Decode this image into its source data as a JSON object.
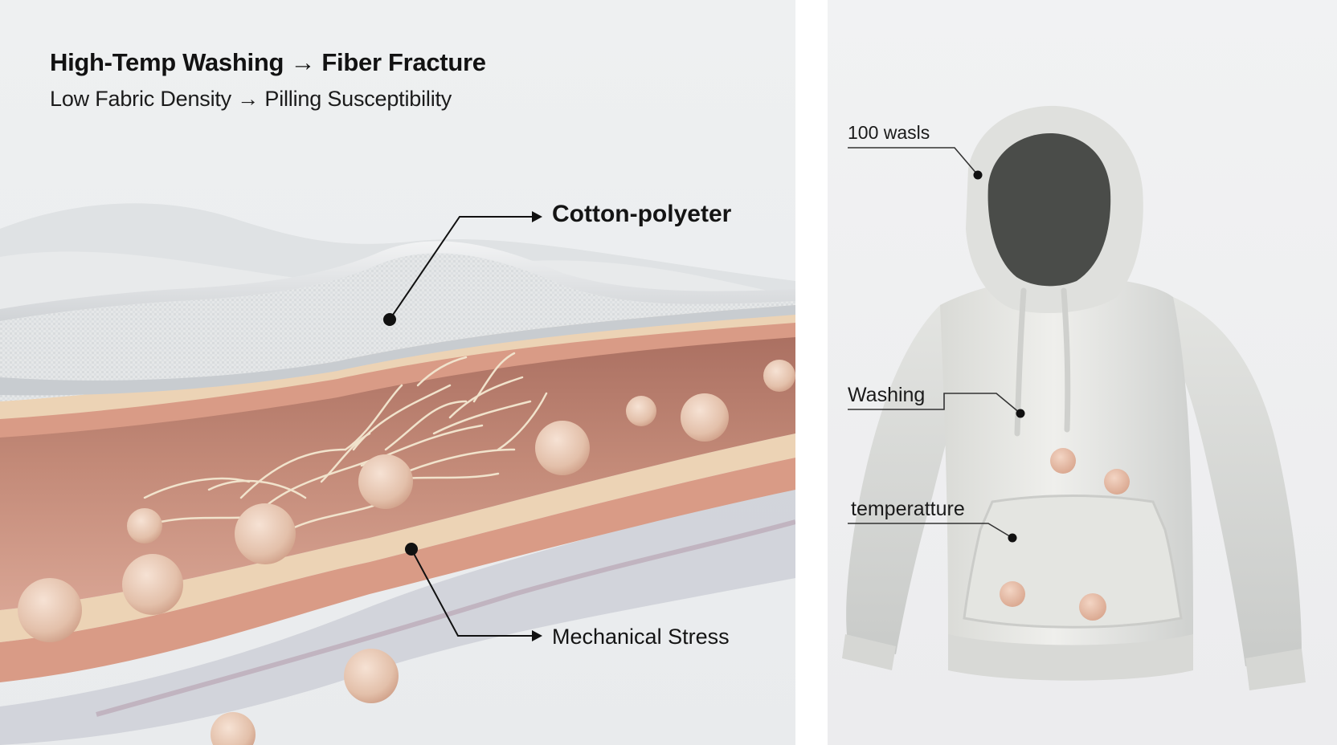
{
  "left": {
    "title": "High-Temp Washing → Fiber Fracture",
    "subtitle": "Low Fabric Density → Pilling Susceptibility",
    "callouts": {
      "cotton": "Cotton-polyeter",
      "stress": "Mechanical Stress"
    }
  },
  "right": {
    "labels": {
      "washes": "100 wasls",
      "washing": "Washing",
      "temperature": "temperatture"
    }
  },
  "colors": {
    "fabric": "#e4e6e7",
    "layer_cream": "#ecd3b5",
    "layer_pink": "#d99b86",
    "interior": "#b98070",
    "pill": "#e7c6b2",
    "hoodie": "#e6e6e2"
  }
}
